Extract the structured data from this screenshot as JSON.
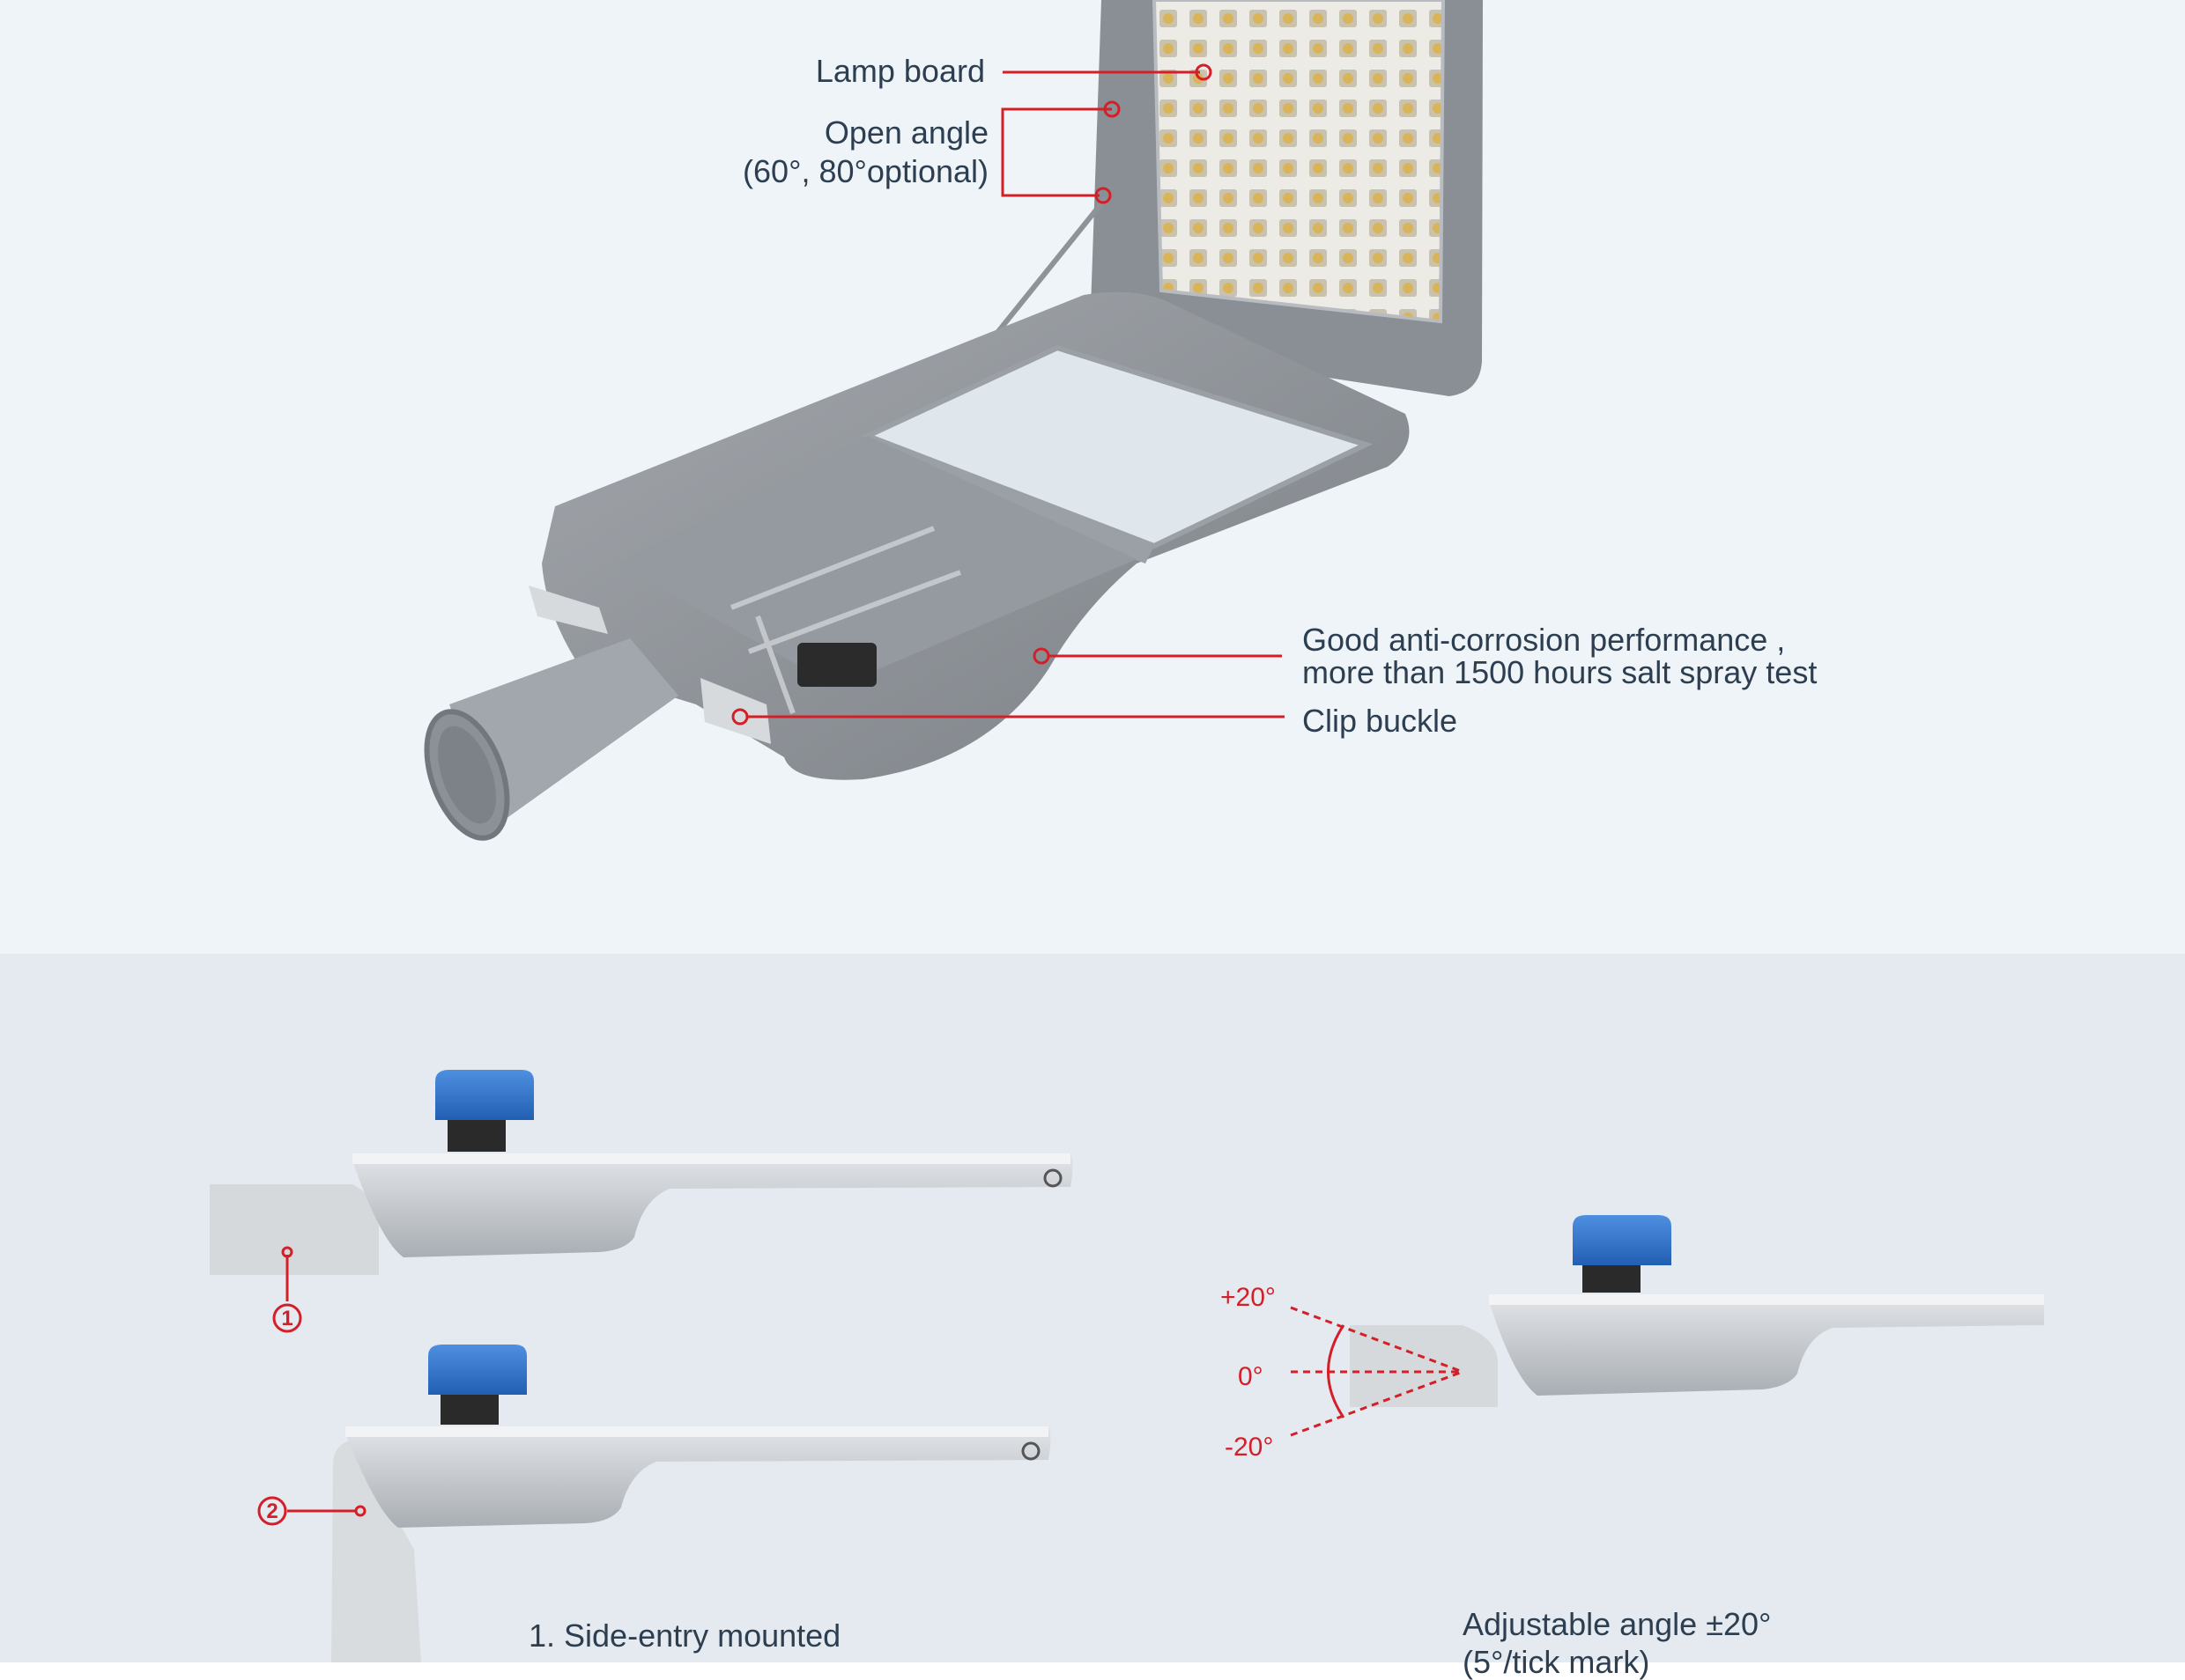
{
  "callouts": {
    "lamp_board": "Lamp board",
    "open_angle_line1": "Open angle",
    "open_angle_line2": "(60°, 80°optional)",
    "anti_corrosion_line1": "Good anti-corrosion performance ,",
    "anti_corrosion_line2": "more than 1500 hours salt spray test",
    "clip_buckle": "Clip buckle"
  },
  "mounting": {
    "marker_1": "1",
    "marker_2": "2",
    "caption": "1. Side-entry mounted"
  },
  "angle": {
    "plus_label": "+20°",
    "zero_label": "0°",
    "minus_label": "-20°",
    "caption_line1": "Adjustable angle ±20°",
    "caption_line2": "(5°/tick mark)"
  },
  "colors": {
    "accent_red": "#d51f28",
    "text": "#2c3e50",
    "top_background": "#eff4f8",
    "bottom_background": "#e4eaf0",
    "sensor_blue": "#2f6fc4"
  }
}
